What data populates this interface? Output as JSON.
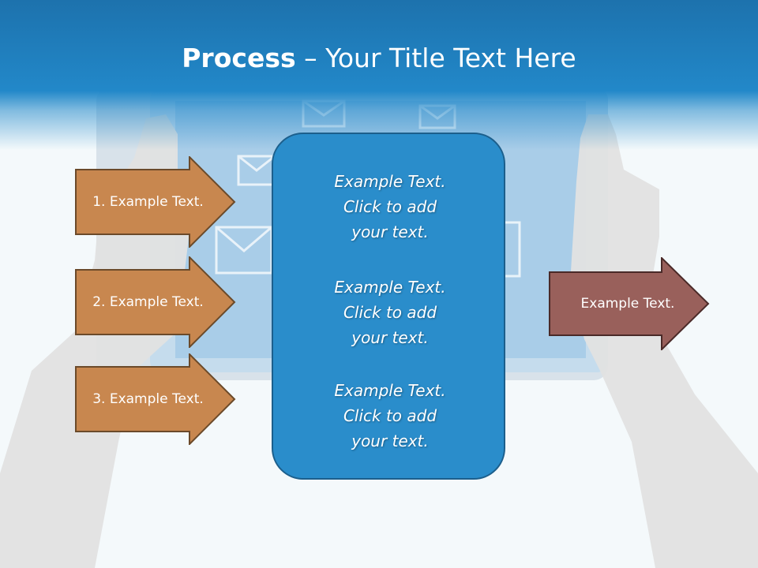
{
  "slide": {
    "title_bold": "Process",
    "title_rest": " – Your Title Text Here",
    "colors": {
      "header": "#2288c9",
      "step_arrow": "#c8874f",
      "step_arrow_border": "#6b4a2a",
      "result_arrow": "#99605b",
      "result_arrow_border": "#4a2a28",
      "center_box": "#2a8dcb",
      "center_border": "#1c5f8c"
    },
    "steps": [
      {
        "label": "1. Example Text."
      },
      {
        "label": "2. Example Text."
      },
      {
        "label": "3. Example Text."
      }
    ],
    "center_blocks": [
      {
        "line1": "Example Text.",
        "line2": "Click  to add",
        "line3": "your text."
      },
      {
        "line1": "Example Text.",
        "line2": "Click  to add",
        "line3": "your text."
      },
      {
        "line1": "Example Text.",
        "line2": "Click  to add",
        "line3": "your text."
      }
    ],
    "result": {
      "label": "Example Text."
    }
  }
}
